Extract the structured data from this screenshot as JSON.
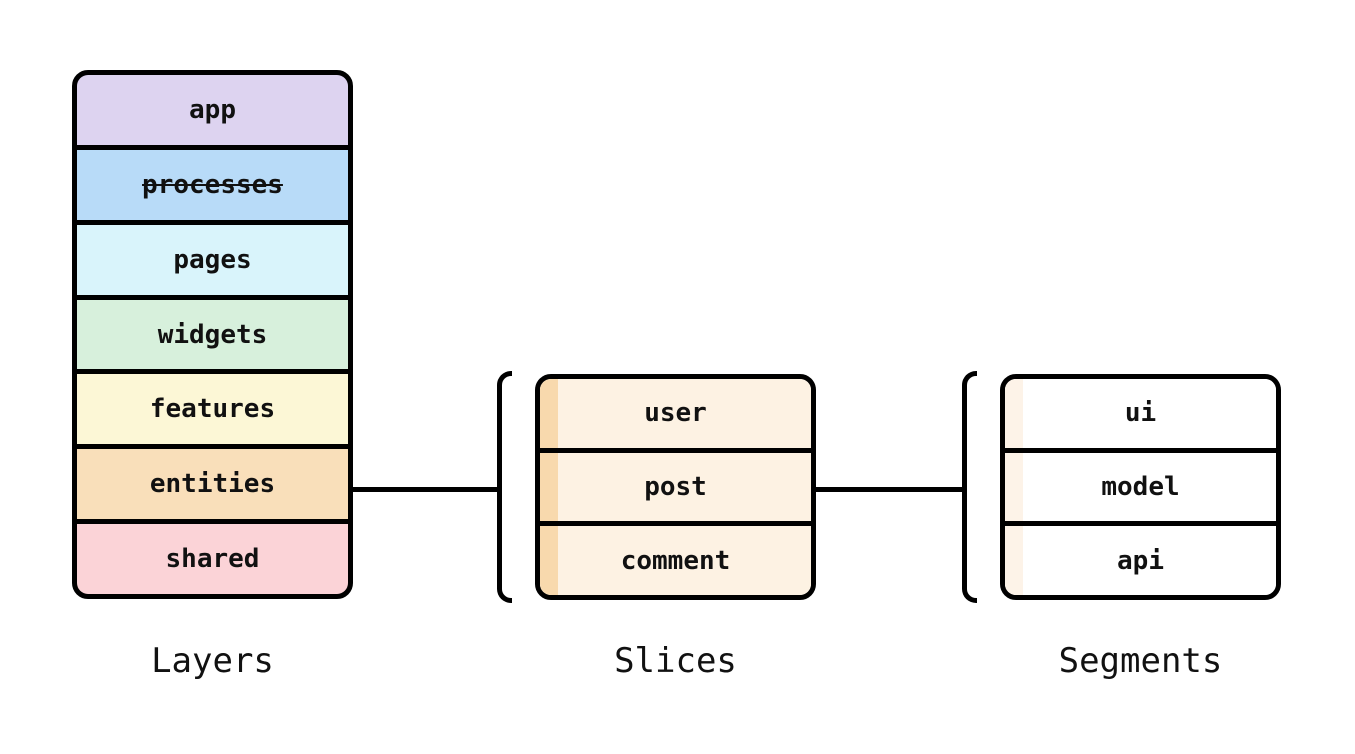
{
  "diagram": {
    "background": "#ffffff",
    "stroke": "#000000",
    "layers": {
      "label": "Layers",
      "rows": [
        {
          "label": "app",
          "color": "#ddd3f0",
          "deprecated": false
        },
        {
          "label": "processes",
          "color": "#b8dbf8",
          "deprecated": true
        },
        {
          "label": "pages",
          "color": "#d9f4fb",
          "deprecated": false
        },
        {
          "label": "widgets",
          "color": "#d7f0dc",
          "deprecated": false
        },
        {
          "label": "features",
          "color": "#fcf7d6",
          "deprecated": false
        },
        {
          "label": "entities",
          "color": "#f9dfba",
          "deprecated": false
        },
        {
          "label": "shared",
          "color": "#fbd3d7",
          "deprecated": false
        }
      ]
    },
    "slices": {
      "label": "Slices",
      "row_fill": "#fdf2e3",
      "stripe": "#f8d9ad",
      "rows": [
        {
          "label": "user"
        },
        {
          "label": "post"
        },
        {
          "label": "comment"
        }
      ]
    },
    "segments": {
      "label": "Segments",
      "row_fill": "#ffffff",
      "stripe": "#fdf3e8",
      "rows": [
        {
          "label": "ui"
        },
        {
          "label": "model"
        },
        {
          "label": "api"
        }
      ]
    }
  }
}
